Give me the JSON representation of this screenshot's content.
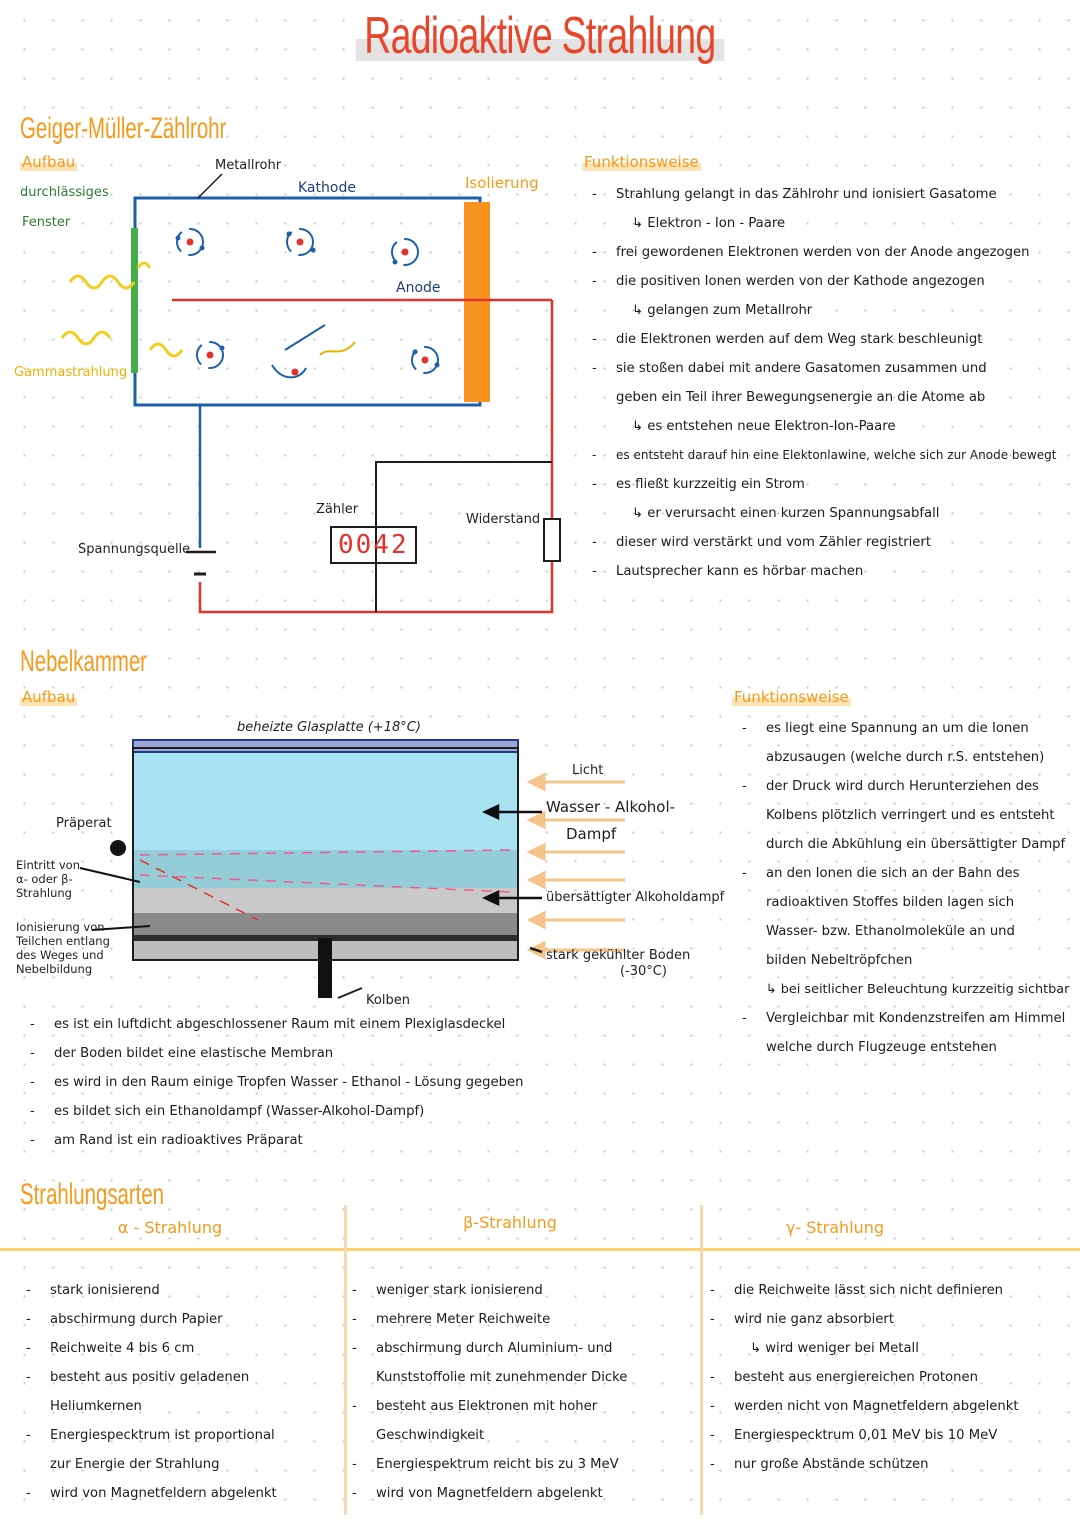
{
  "title": "Radioaktive Strahlung",
  "geiger": {
    "heading": "Geiger-Müller-Zählrohr",
    "aufbau": "Aufbau",
    "labels": {
      "durchlaessig_1": "durchlässiges",
      "durchlaessig_2": "Fenster",
      "metallrohr": "Metallrohr",
      "kathode": "Kathode",
      "isolierung": "Isolierung",
      "anode": "Anode",
      "gamma": "Gammastrahlung",
      "zaehler": "Zähler",
      "counter_value": "0042",
      "widerstand": "Widerstand",
      "spannungsquelle": "Spannungsquelle"
    },
    "funktion_heading": "Funktionsweise",
    "funktion": [
      {
        "t": "Strahlung gelangt in das Zählrohr und ionisiert Gasatome",
        "k": "b"
      },
      {
        "t": "↳ Elektron - Ion - Paare",
        "k": "a"
      },
      {
        "t": "frei gewordenen Elektronen werden von der Anode angezogen",
        "k": "b"
      },
      {
        "t": "die positiven Ionen werden von der Kathode angezogen",
        "k": "b"
      },
      {
        "t": "↳ gelangen zum Metallrohr",
        "k": "a"
      },
      {
        "t": "die Elektronen werden auf dem Weg stark beschleunigt",
        "k": "b"
      },
      {
        "t": "sie stoßen dabei mit andere Gasatomen zusammen und",
        "k": "b"
      },
      {
        "t": "geben ein Teil ihrer Bewegungsenergie an die Atome ab",
        "k": "c"
      },
      {
        "t": "↳ es entstehen neue Elektron-Ion-Paare",
        "k": "a"
      },
      {
        "t": "es entsteht darauf hin eine Elektonlawine, welche sich zur Anode bewegt",
        "k": "b"
      },
      {
        "t": "es fließt kurzzeitig ein Strom",
        "k": "b"
      },
      {
        "t": "↳ er verursacht einen kurzen Spannungsabfall",
        "k": "a"
      },
      {
        "t": "dieser wird verstärkt und vom Zähler registriert",
        "k": "b"
      },
      {
        "t": "Lautsprecher kann es hörbar machen",
        "k": "b"
      }
    ]
  },
  "nebel": {
    "heading": "Nebelkammer",
    "aufbau": "Aufbau",
    "labels": {
      "glasplatte": "beheizte Glasplatte (+18°C)",
      "licht": "Licht",
      "dampf_1": "Wasser - Alkohol-",
      "dampf_2": "Dampf",
      "praeparat": "Präperat",
      "eintritt_1": "Eintritt von",
      "eintritt_2": "α- oder β-",
      "eintritt_3": "Strahlung",
      "ion_1": "Ionisierung von",
      "ion_2": "Teilchen entlang",
      "ion_3": "des Weges und",
      "ion_4": "Nebelbildung",
      "uebersaettigt": "übersättigter Alkoholdampf",
      "boden_1": "stark gekühlter Boden",
      "boden_2": "(-30°C)",
      "kolben": "Kolben"
    },
    "aufbau_notes": [
      "es ist ein luftdicht abgeschlossener Raum mit einem Plexiglasdeckel",
      "der Boden bildet eine elastische Membran",
      "es wird in den Raum einige Tropfen Wasser - Ethanol - Lösung gegeben",
      "es bildet sich ein Ethanoldampf (Wasser-Alkohol-Dampf)",
      "am Rand ist ein radioaktives Präparat"
    ],
    "funktion_heading": "Funktionsweise",
    "funktion": [
      {
        "t": "es liegt eine Spannung an um die Ionen",
        "k": "b"
      },
      {
        "t": "abzusaugen (welche durch r.S. entstehen)",
        "k": "c"
      },
      {
        "t": "der Druck wird durch Herunterziehen des",
        "k": "b"
      },
      {
        "t": "Kolbens plötzlich verringert und es entsteht",
        "k": "c"
      },
      {
        "t": "durch die Abkühlung ein übersättigter Dampf",
        "k": "c"
      },
      {
        "t": "an den Ionen die sich an der Bahn des",
        "k": "b"
      },
      {
        "t": "radioaktiven Stoffes bilden lagen sich",
        "k": "c"
      },
      {
        "t": "Wasser- bzw. Ethanolmoleküle an und",
        "k": "c"
      },
      {
        "t": "bilden Nebeltröpfchen",
        "k": "c"
      },
      {
        "t": "↳ bei seitlicher Beleuchtung kurzzeitig sichtbar",
        "k": "c"
      },
      {
        "t": "Vergleichbar mit Kondenzstreifen am Himmel",
        "k": "b"
      },
      {
        "t": "welche durch Flugzeuge entstehen",
        "k": "c"
      }
    ]
  },
  "arten": {
    "heading": "Strahlungsarten",
    "alpha": {
      "title": "α - Strahlung",
      "items": [
        {
          "t": "stark ionisierend",
          "k": "b"
        },
        {
          "t": "abschirmung durch Papier",
          "k": "b"
        },
        {
          "t": "Reichweite 4 bis 6 cm",
          "k": "b"
        },
        {
          "t": "besteht aus positiv geladenen",
          "k": "b"
        },
        {
          "t": "Heliumkernen",
          "k": "c"
        },
        {
          "t": "Energiespecktrum ist proportional",
          "k": "b"
        },
        {
          "t": "zur Energie der Strahlung",
          "k": "c"
        },
        {
          "t": "wird von Magnetfeldern abgelenkt",
          "k": "b"
        }
      ]
    },
    "beta": {
      "title": "β-Strahlung",
      "items": [
        {
          "t": "weniger stark ionisierend",
          "k": "b"
        },
        {
          "t": "mehrere Meter Reichweite",
          "k": "b"
        },
        {
          "t": "abschirmung durch Aluminium- und",
          "k": "b"
        },
        {
          "t": "Kunststoffolie mit zunehmender Dicke",
          "k": "c"
        },
        {
          "t": "besteht aus Elektronen mit hoher",
          "k": "b"
        },
        {
          "t": "Geschwindigkeit",
          "k": "c"
        },
        {
          "t": "Energiespektrum reicht bis zu 3 MeV",
          "k": "b"
        },
        {
          "t": "wird von Magnetfeldern abgelenkt",
          "k": "b"
        }
      ]
    },
    "gamma": {
      "title": "γ- Strahlung",
      "items": [
        {
          "t": "die Reichweite lässt sich nicht definieren",
          "k": "b"
        },
        {
          "t": "wird nie ganz absorbiert",
          "k": "b"
        },
        {
          "t": "↳ wird weniger bei Metall",
          "k": "a"
        },
        {
          "t": "besteht aus energiereichen Protonen",
          "k": "b"
        },
        {
          "t": "werden nicht von Magnetfeldern abgelenkt",
          "k": "b"
        },
        {
          "t": "Energiespecktrum 0,01 MeV bis 10 MeV",
          "k": "b"
        },
        {
          "t": "nur große Abstände schützen",
          "k": "b"
        }
      ]
    }
  }
}
